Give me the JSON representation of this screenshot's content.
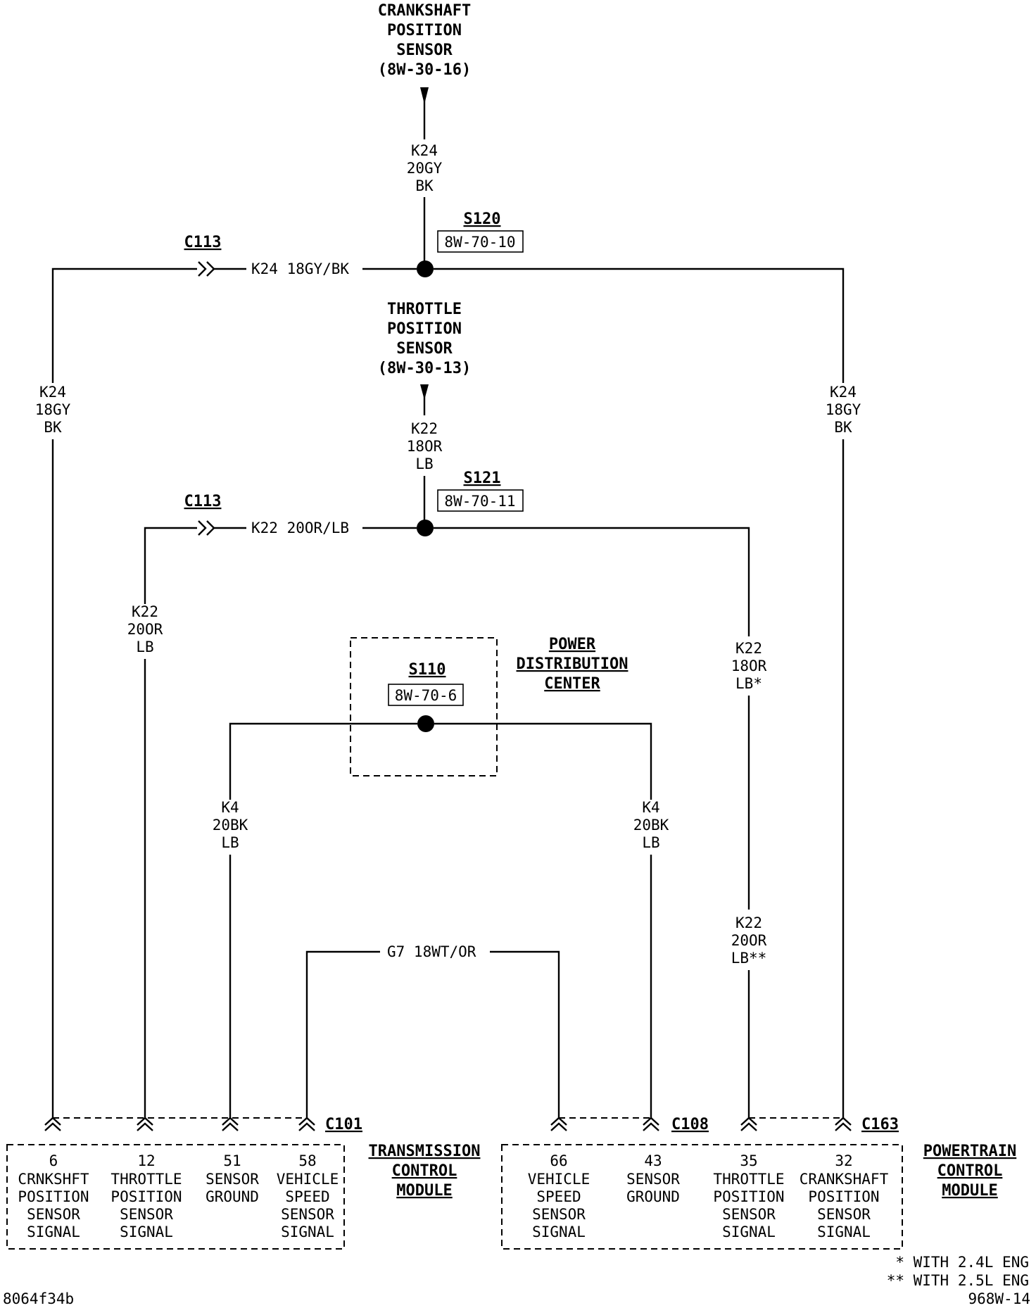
{
  "components": {
    "crankshaft_sensor": {
      "lines": [
        "CRANKSHAFT",
        "POSITION",
        "SENSOR",
        "(8W-30-16)"
      ]
    },
    "throttle_sensor": {
      "lines": [
        "THROTTLE",
        "POSITION",
        "SENSOR",
        "(8W-30-13)"
      ]
    },
    "power_distribution_center": {
      "lines": [
        "POWER",
        "DISTRIBUTION",
        "CENTER"
      ]
    },
    "transmission_control_module": {
      "lines": [
        "TRANSMISSION",
        "CONTROL",
        "MODULE"
      ]
    },
    "powertrain_control_module": {
      "lines": [
        "POWERTRAIN",
        "CONTROL",
        "MODULE"
      ]
    }
  },
  "splices": {
    "s120": {
      "name": "S120",
      "ref": "8W-70-10"
    },
    "s121": {
      "name": "S121",
      "ref": "8W-70-11"
    },
    "s110": {
      "name": "S110",
      "ref": "8W-70-6"
    }
  },
  "connectors": {
    "c113_top": "C113",
    "c113_mid": "C113",
    "c101": "C101",
    "c108": "C108",
    "c163": "C163"
  },
  "wire_labels": {
    "crank_vertical": [
      "K24",
      "20GY",
      "BK"
    ],
    "k24_horizontal": "K24 18GY/BK",
    "k24_left": [
      "K24",
      "18GY",
      "BK"
    ],
    "k24_right": [
      "K24",
      "18GY",
      "BK"
    ],
    "throttle_vertical": [
      "K22",
      "18OR",
      "LB"
    ],
    "k22_horizontal": "K22 20OR/LB",
    "k22_left": [
      "K22",
      "20OR",
      "LB"
    ],
    "k22_right_upper": [
      "K22",
      "18OR",
      "LB*"
    ],
    "k22_right_lower": [
      "K22",
      "20OR",
      "LB**"
    ],
    "k4_left": [
      "K4",
      "20BK",
      "LB"
    ],
    "k4_right": [
      "K4",
      "20BK",
      "LB"
    ],
    "g7": "G7 18WT/OR"
  },
  "pins": {
    "tcm": [
      {
        "pin": "6",
        "lines": [
          "CRNKSHFT",
          "POSITION",
          "SENSOR",
          "SIGNAL"
        ]
      },
      {
        "pin": "12",
        "lines": [
          "THROTTLE",
          "POSITION",
          "SENSOR",
          "SIGNAL"
        ]
      },
      {
        "pin": "51",
        "lines": [
          "SENSOR",
          "GROUND"
        ]
      },
      {
        "pin": "58",
        "lines": [
          "VEHICLE",
          "SPEED",
          "SENSOR",
          "SIGNAL"
        ]
      }
    ],
    "pcm": [
      {
        "pin": "66",
        "lines": [
          "VEHICLE",
          "SPEED",
          "SENSOR",
          "SIGNAL"
        ]
      },
      {
        "pin": "43",
        "lines": [
          "SENSOR",
          "GROUND"
        ]
      },
      {
        "pin": "35",
        "lines": [
          "THROTTLE",
          "POSITION",
          "SENSOR",
          "SIGNAL"
        ]
      },
      {
        "pin": "32",
        "lines": [
          "CRANKSHAFT",
          "POSITION",
          "SENSOR",
          "SIGNAL"
        ]
      }
    ]
  },
  "footnotes": [
    "* WITH 2.4L ENG",
    "** WITH 2.5L ENG"
  ],
  "figure_ids": {
    "left": "8064f34b",
    "right": "968W-14"
  }
}
